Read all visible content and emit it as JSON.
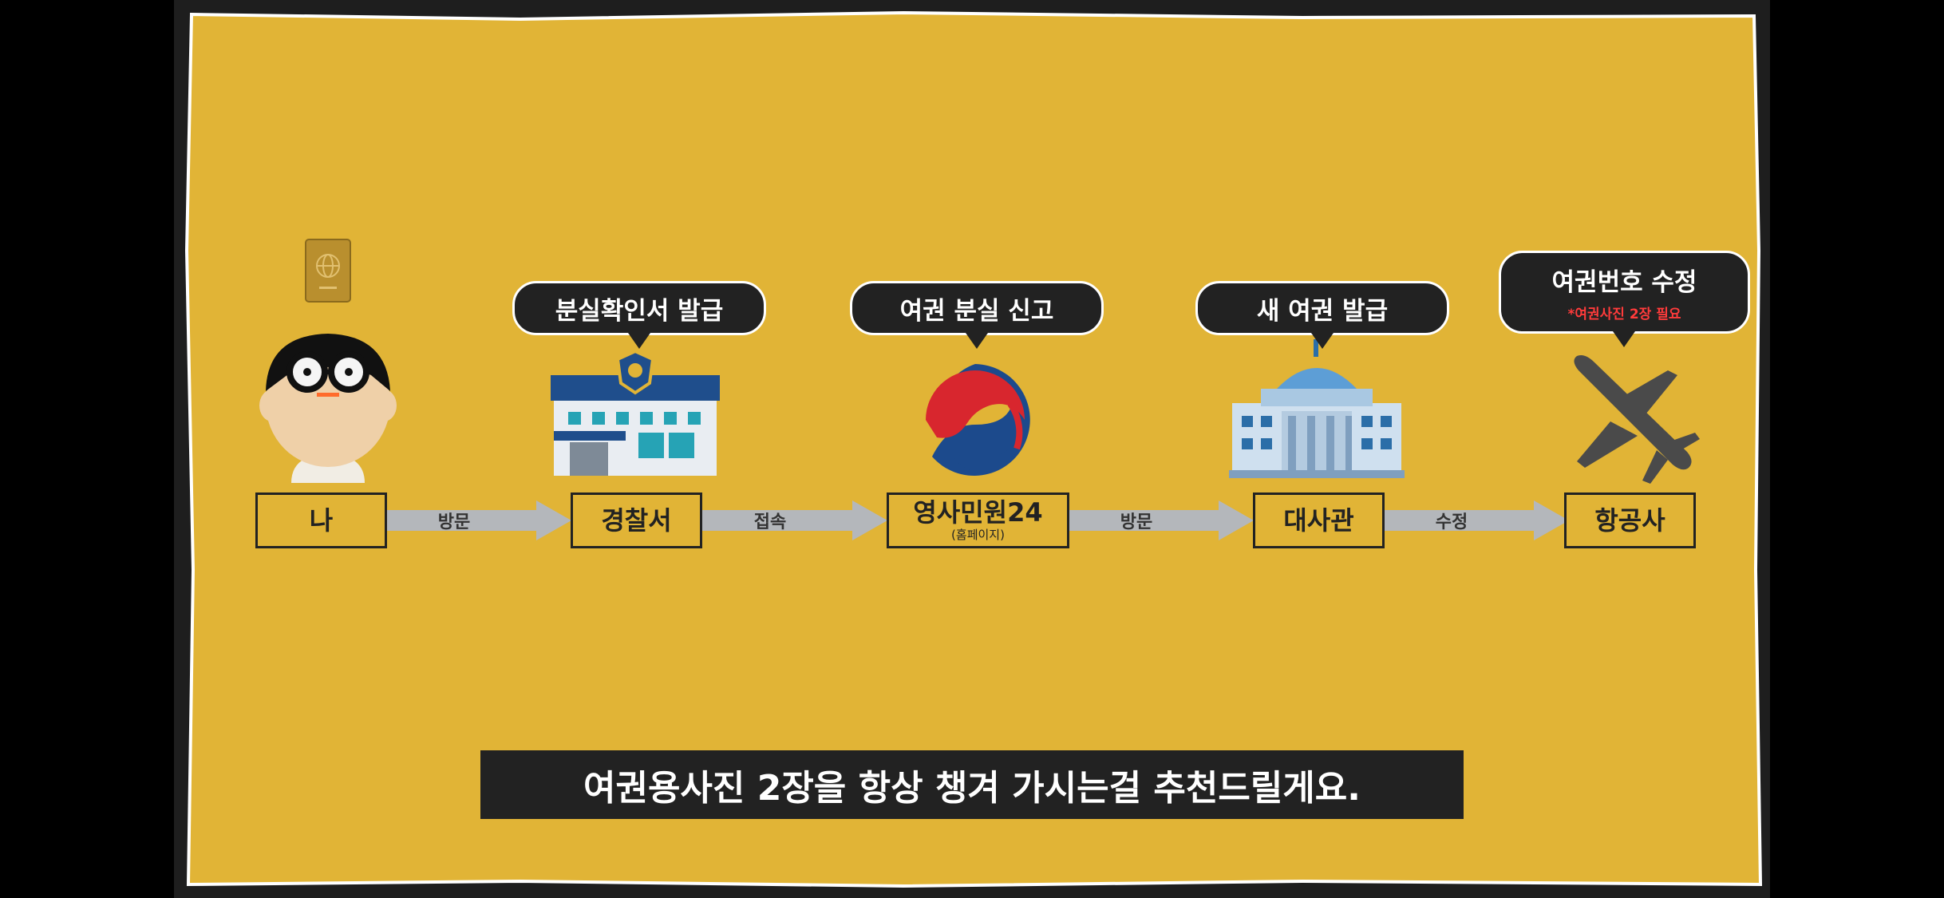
{
  "flow": {
    "nodes": [
      {
        "label": "나",
        "sub": ""
      },
      {
        "label": "경찰서",
        "sub": ""
      },
      {
        "label": "영사민원24",
        "sub": "(홈페이지)"
      },
      {
        "label": "대사관",
        "sub": ""
      },
      {
        "label": "항공사",
        "sub": ""
      }
    ],
    "arrows": [
      {
        "label": "방문"
      },
      {
        "label": "접속"
      },
      {
        "label": "방문"
      },
      {
        "label": "수정"
      }
    ],
    "bubbles": [
      {
        "text": "분실확인서 발급",
        "note": ""
      },
      {
        "text": "여권 분실 신고",
        "note": ""
      },
      {
        "text": "새 여권 발급",
        "note": ""
      },
      {
        "text": "여권번호 수정",
        "note": "*여권사진 2장 필요"
      }
    ]
  },
  "icons": [
    "passport-icon",
    "person-icon",
    "police-station-icon",
    "government-emblem-icon",
    "embassy-building-icon",
    "airplane-icon"
  ],
  "caption": "여권용사진 2장을 항상 챙겨 가시는걸 추천드릴게요.",
  "colors": {
    "background": "#e1b436",
    "node_border": "#222222",
    "arrow": "#b4b7bb",
    "bubble": "#222222",
    "note": "#ff3b3b"
  }
}
